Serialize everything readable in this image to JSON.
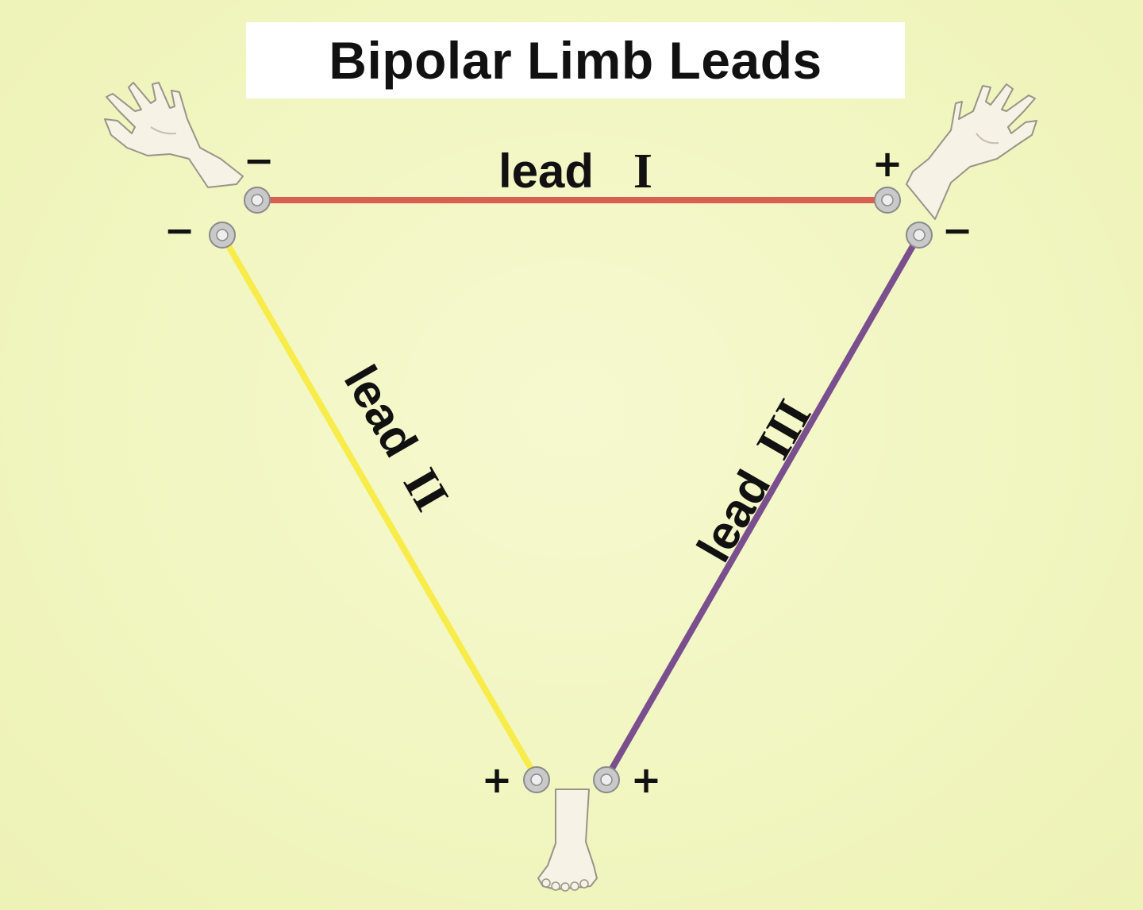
{
  "title": "Bipolar Limb Leads",
  "leads": [
    {
      "word": "lead",
      "numeral": "I",
      "color": "#d95f52"
    },
    {
      "word": "lead",
      "numeral": "II",
      "color": "#f7ec4a"
    },
    {
      "word": "lead",
      "numeral": "III",
      "color": "#7a4f8e"
    }
  ],
  "signs": {
    "lead1_right_arm": "−",
    "lead1_left_arm": "+",
    "lead2_right_arm": "−",
    "lead2_left_leg": "+",
    "lead3_left_arm": "−",
    "lead3_left_leg": "+"
  },
  "colors": {
    "background": "#f3f6c4",
    "skin": "#f7f2e6",
    "electrode": "#c9c9c9"
  }
}
